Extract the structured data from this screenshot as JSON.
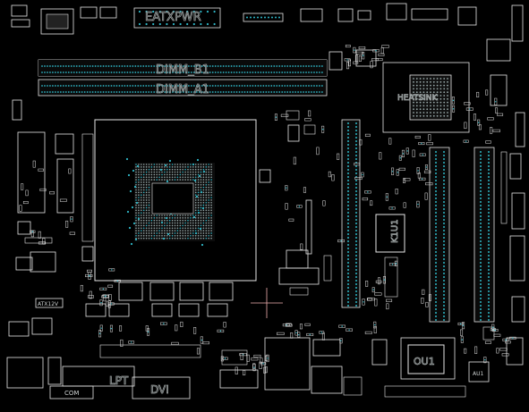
{
  "labels": {
    "eatxpwr": "EATXPWR",
    "dimm_b1": "DIMM_B1",
    "dimm_a1": "DIMM_A1",
    "heatsink": "HEATSINK",
    "k1u1": "K1U1",
    "ou1": "OU1",
    "lpt": "LPT",
    "dvi": "DVI",
    "com": "COM",
    "atx12v": "ATX12V",
    "au1": "AU1"
  },
  "colors": {
    "background": "#000000",
    "outline": "#e6e6e6",
    "pad": "#2fb7c7",
    "marker": "#f0b0b0",
    "text": "#9aa0a0"
  }
}
